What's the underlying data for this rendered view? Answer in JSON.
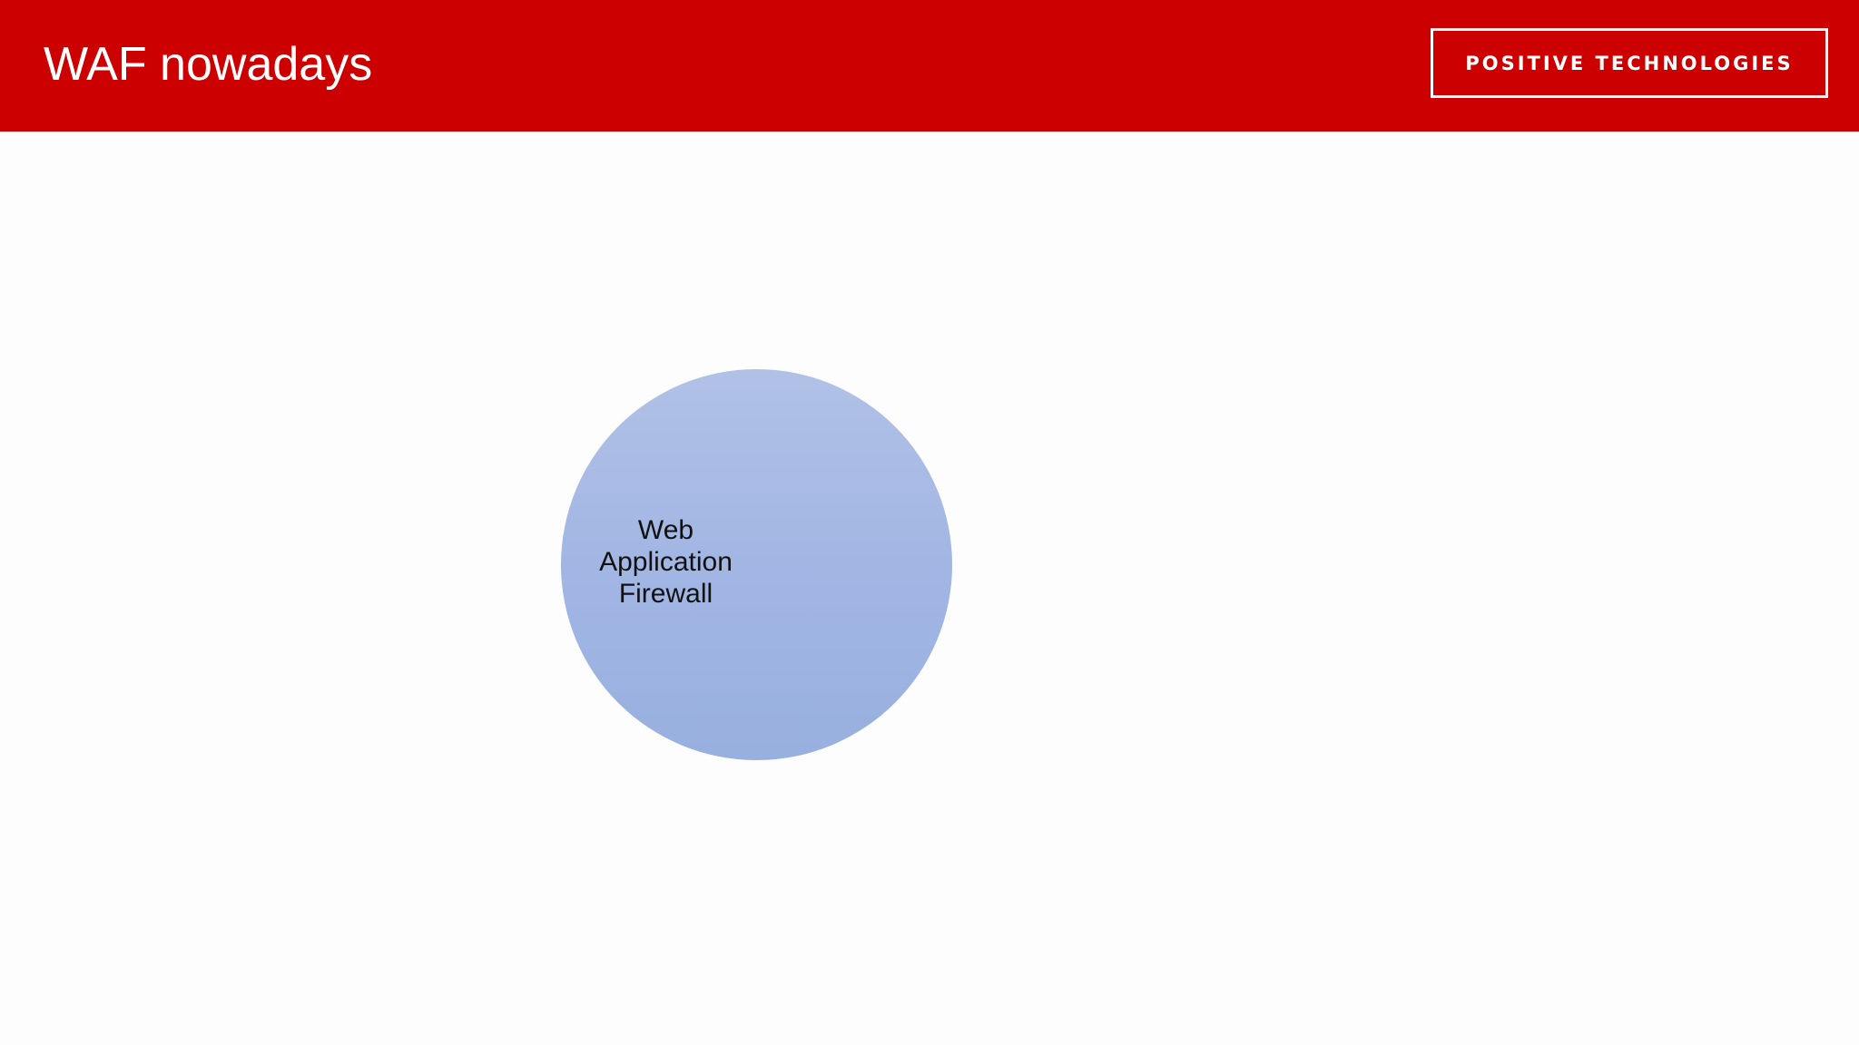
{
  "header": {
    "title": "WAF nowadays",
    "logo_text": "POSITIVE TECHNOLOGIES",
    "background_color": "#cc0000"
  },
  "diagram": {
    "node": {
      "lines": [
        "Web",
        "Application",
        "Firewall"
      ],
      "fill_color": "#a2b6e4"
    }
  }
}
